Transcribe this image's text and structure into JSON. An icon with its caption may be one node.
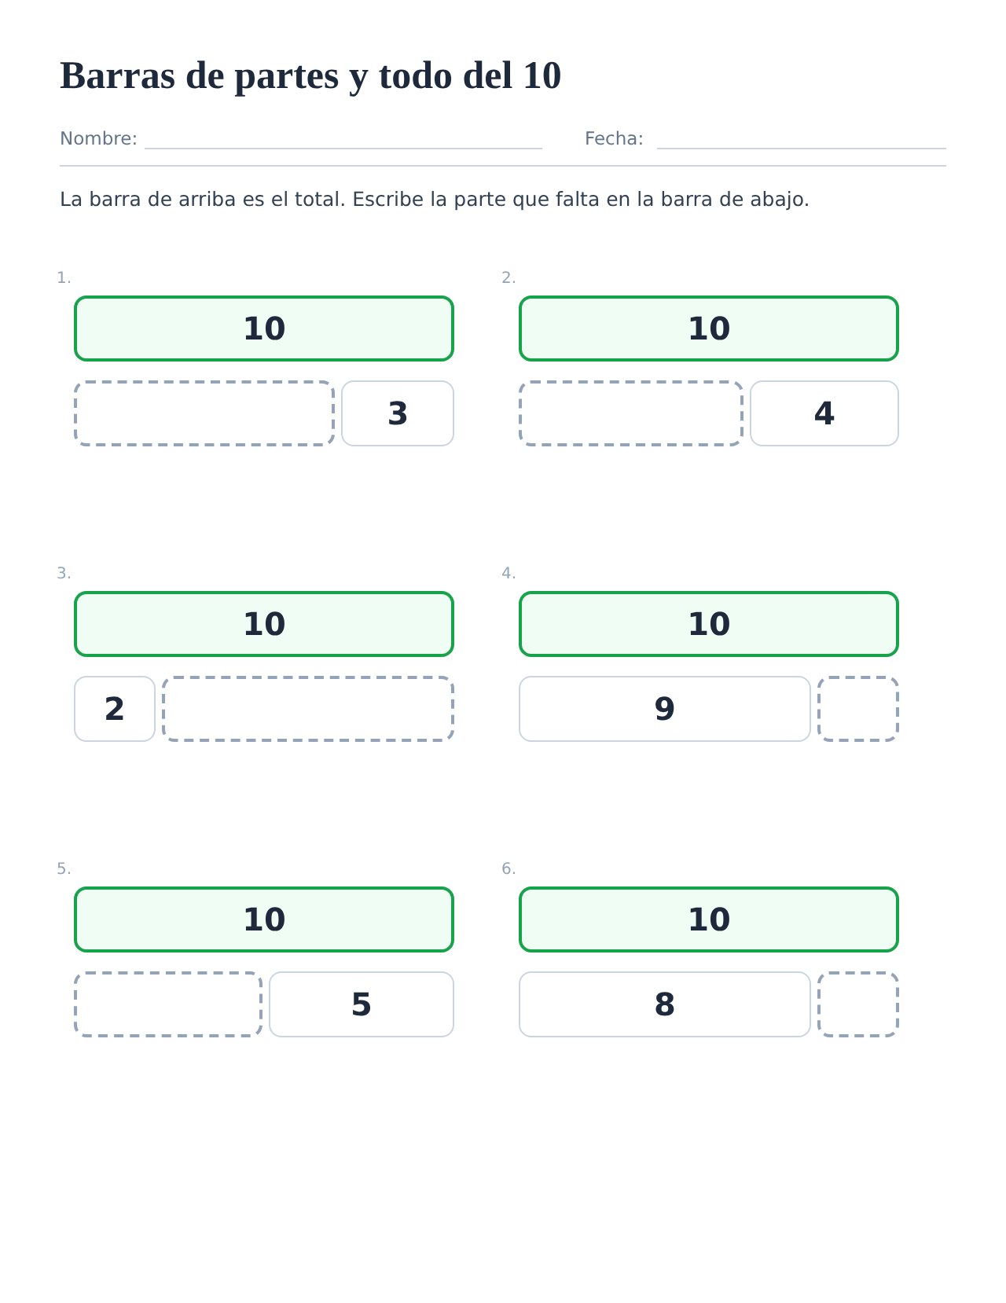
{
  "diagram": {
    "title": "Barras de partes y todo del 10",
    "nodes": [
      {
        "text": [
          "10"
        ]
      },
      {
        "text": [],
        "shape": "box"
      },
      {
        "text": [
          "3"
        ]
      },
      {
        "text": [
          "10"
        ]
      },
      {
        "text": [],
        "shape": "box"
      },
      {
        "text": [
          "4"
        ]
      },
      {
        "text": [
          "10"
        ]
      },
      {
        "text": [
          "2"
        ]
      },
      {
        "text": [],
        "shape": "box"
      },
      {
        "text": [
          "10"
        ]
      },
      {
        "text": [
          "9"
        ]
      },
      {
        "text": [],
        "shape": "box"
      },
      {
        "text": [
          "10"
        ]
      },
      {
        "text": [],
        "shape": "box"
      },
      {
        "text": [
          "5"
        ]
      },
      {
        "text": [
          "10"
        ]
      },
      {
        "text": [
          "8"
        ]
      },
      {
        "text": [],
        "shape": "box"
      }
    ],
    "labels": [
      "Nombre:",
      "Fecha:",
      "La barra de arriba es el total. Escribe la parte que falta en la barra de abajo.",
      "1.",
      "2.",
      "3.",
      "4.",
      "5.",
      "6."
    ]
  }
}
